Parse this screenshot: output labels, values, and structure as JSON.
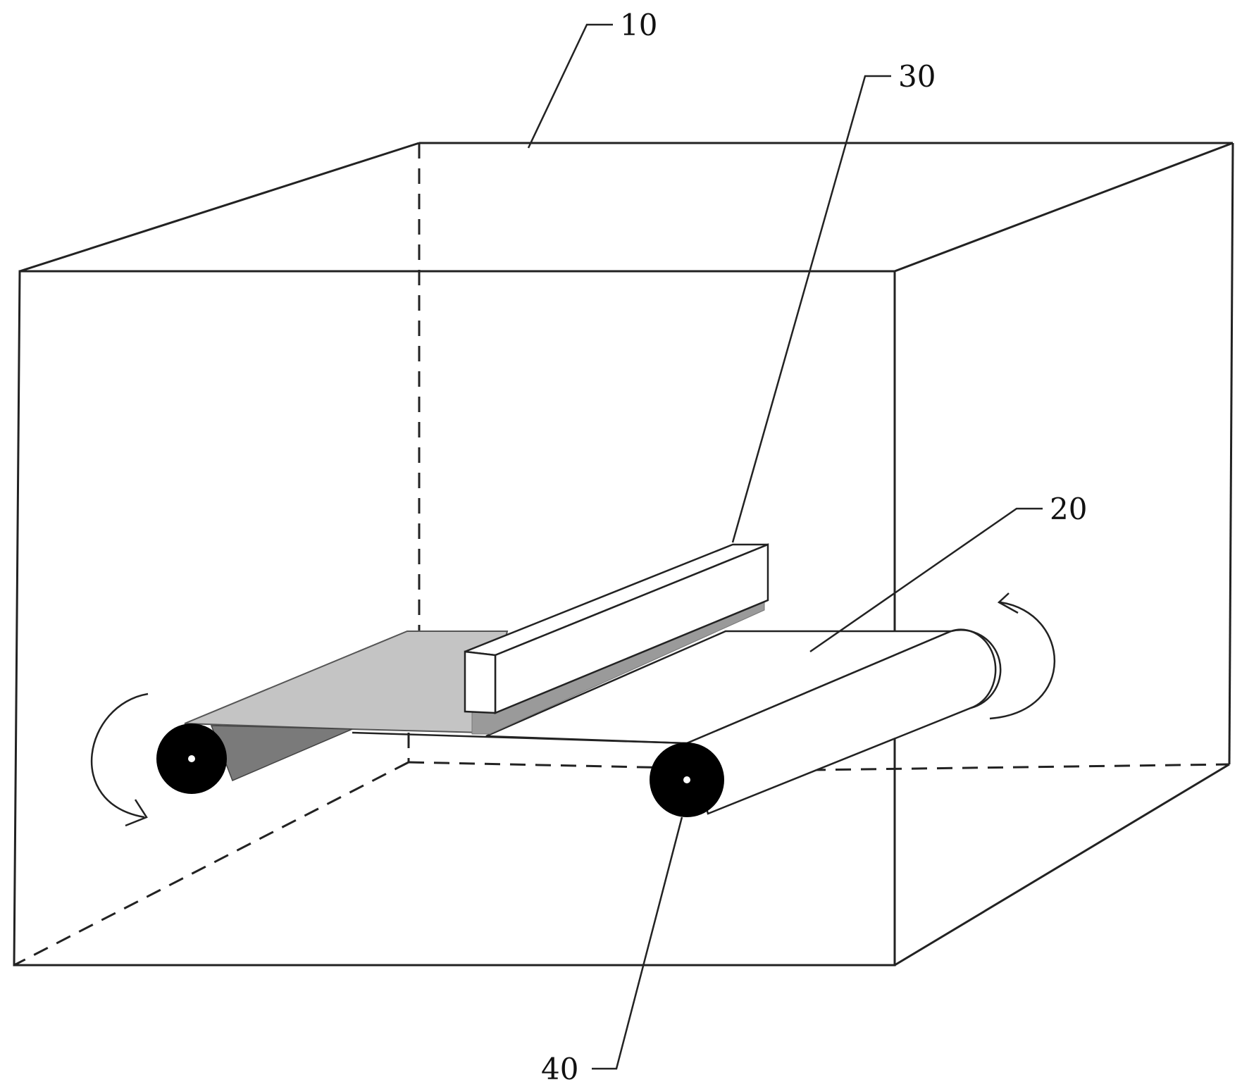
{
  "labels": {
    "housing": "10",
    "belt": "20",
    "blade": "30",
    "roller": "40"
  },
  "colors": {
    "line": "#222222",
    "belt_top": "#c4c4c4",
    "belt_shadow": "#7a7a7a",
    "roller": "#000000",
    "blade_face": "#ffffff",
    "blade_edge": "#9a9a9a"
  },
  "icons": {
    "rotation_left": "curved-arrow-icon",
    "rotation_right": "curved-arrow-icon"
  }
}
